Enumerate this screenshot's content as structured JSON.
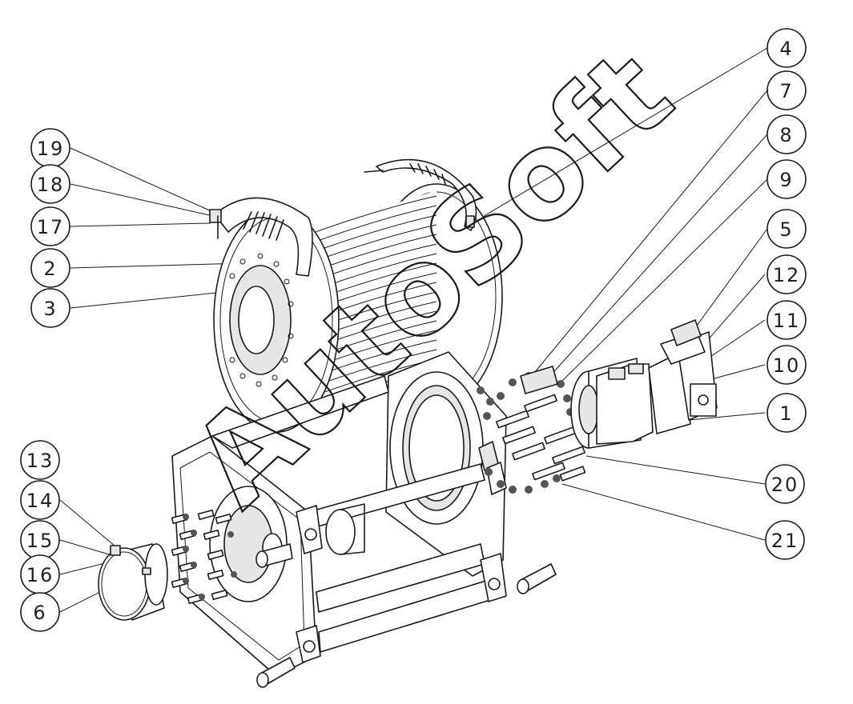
{
  "diagram": {
    "callouts": [
      {
        "id": "c4",
        "label": "4"
      },
      {
        "id": "c7",
        "label": "7"
      },
      {
        "id": "c8",
        "label": "8"
      },
      {
        "id": "c9",
        "label": "9"
      },
      {
        "id": "c5",
        "label": "5"
      },
      {
        "id": "c12",
        "label": "12"
      },
      {
        "id": "c11",
        "label": "11"
      },
      {
        "id": "c10",
        "label": "10"
      },
      {
        "id": "c1",
        "label": "1"
      },
      {
        "id": "c20",
        "label": "20"
      },
      {
        "id": "c21",
        "label": "21"
      },
      {
        "id": "c19",
        "label": "19"
      },
      {
        "id": "c18",
        "label": "18"
      },
      {
        "id": "c17",
        "label": "17"
      },
      {
        "id": "c2",
        "label": "2"
      },
      {
        "id": "c3",
        "label": "3"
      },
      {
        "id": "c13",
        "label": "13"
      },
      {
        "id": "c14",
        "label": "14"
      },
      {
        "id": "c15",
        "label": "15"
      },
      {
        "id": "c16",
        "label": "16"
      },
      {
        "id": "c6",
        "label": "6"
      }
    ]
  },
  "watermark": {
    "text": "AutoSoft"
  },
  "colors": {
    "ink": "#1a1a1a",
    "background": "#ffffff"
  }
}
